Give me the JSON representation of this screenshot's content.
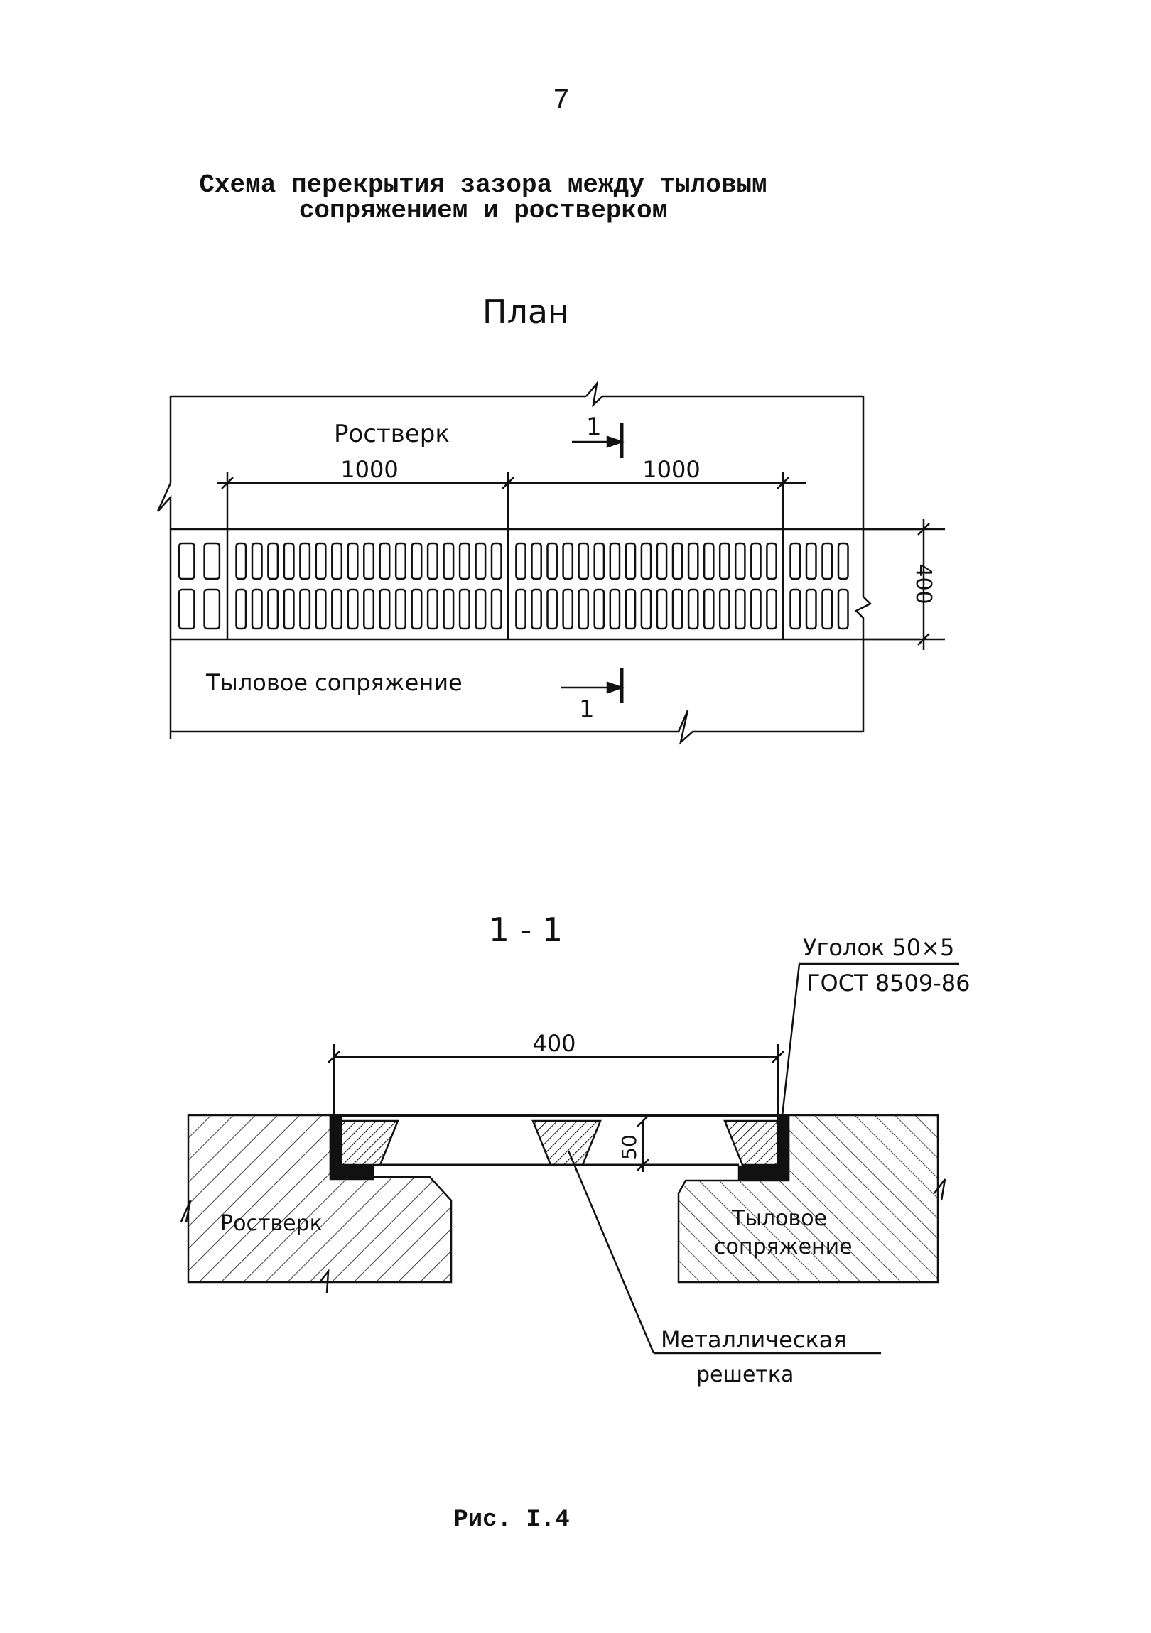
{
  "page_number": "7",
  "title_line1": "Схема перекрытия зазора между тыловым",
  "title_line2": "сопряжением и ростверком",
  "plan": {
    "heading": "План",
    "label_top": "Ростверк",
    "label_bottom": "Тыловое сопряжение",
    "dim_left": "1000",
    "dim_right": "1000",
    "dim_width": "400",
    "section_mark_top": "1",
    "section_mark_bottom": "1"
  },
  "section": {
    "heading": "1 - 1",
    "callout_angle_line1": "Уголок  50×5",
    "callout_angle_line2": "ГОСТ 8509-86",
    "dim_top": "400",
    "dim_height": "50",
    "label_left": "Ростверк",
    "label_right_line1": "Тыловое",
    "label_right_line2": "сопряжение",
    "callout_grate_line1": "Металлическая",
    "callout_grate_line2": "решетка"
  },
  "caption": "Рис. I.4"
}
